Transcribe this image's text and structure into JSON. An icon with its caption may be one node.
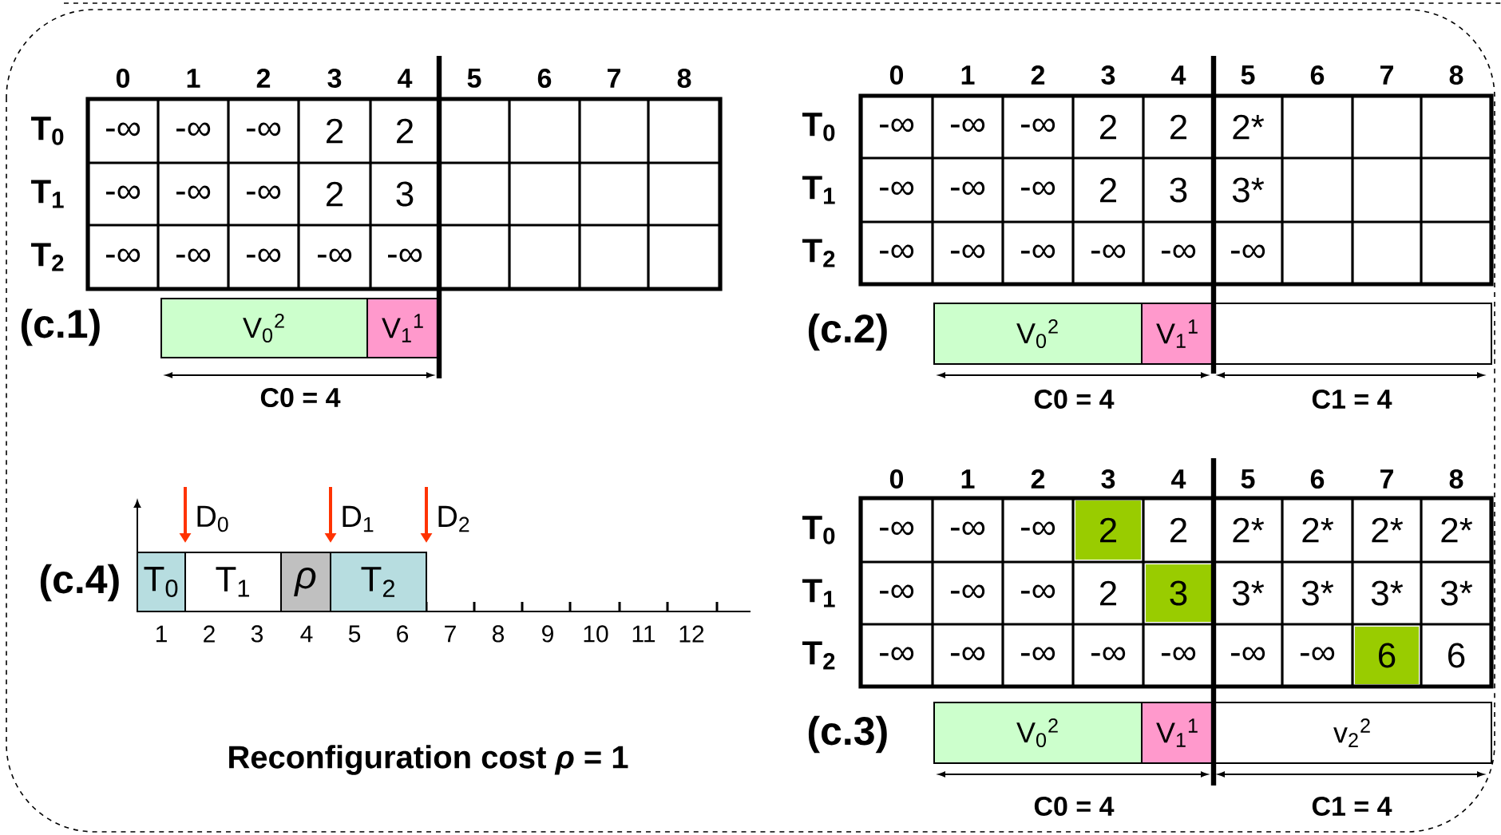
{
  "diagram": {
    "caption": "Reconfiguration cost *ρ* = 1",
    "nodes": [
      {
        "text": [
          "V$_{0}$$^{2}$"
        ]
      },
      {
        "text": [
          "V$_{1}$$^{1}$"
        ]
      },
      {
        "text": [
          "V$_{0}$$^{2}$"
        ]
      },
      {
        "text": [
          "V$_{1}$$^{1}$"
        ]
      },
      {
        "text": [],
        "shape": "box"
      },
      {
        "text": [
          "T$_{0}$"
        ]
      },
      {
        "text": [
          "T$_{1}$"
        ]
      },
      {
        "text": [
          "ρ"
        ]
      },
      {
        "text": [
          "T$_{2}$"
        ]
      },
      {
        "text": [
          "V$_{0}$$^{2}$"
        ]
      },
      {
        "text": [
          "V$_{1}$$^{1}$"
        ]
      },
      {
        "text": [
          "v$_{2}$$^{2}$"
        ]
      }
    ],
    "labels": [
      "0",
      "1",
      "2",
      "3",
      "4",
      "5",
      "6",
      "7",
      "8",
      "T$_{0}$",
      "-∞",
      "-∞",
      "-∞",
      "2",
      "2",
      "T$_{1}$",
      "-∞",
      "-∞",
      "-∞",
      "2",
      "3",
      "T$_{2}$",
      "-∞",
      "-∞",
      "-∞",
      "-∞",
      "-∞",
      "(c.1)",
      "C0 = 4",
      "0",
      "1",
      "2",
      "3",
      "4",
      "5",
      "6",
      "7",
      "8",
      "T$_{0}$",
      "-∞",
      "-∞",
      "-∞",
      "2",
      "2",
      "2*",
      "T$_{1}$",
      "-∞",
      "-∞",
      "-∞",
      "2",
      "3",
      "3*",
      "T$_{2}$",
      "-∞",
      "-∞",
      "-∞",
      "-∞",
      "-∞",
      "-∞",
      "(c.2)",
      "C0 = 4",
      "C1 = 4",
      "D$_{0}$",
      "D$_{1}$",
      "D$_{2}$",
      "(c.4)",
      "1",
      "2",
      "3",
      "4",
      "5",
      "6",
      "7",
      "8",
      "9",
      "10",
      "11",
      "12",
      "0",
      "1",
      "2",
      "3",
      "4",
      "5",
      "6",
      "7",
      "8",
      "T$_{0}$",
      "-∞",
      "-∞",
      "-∞",
      "2",
      "2",
      "2*",
      "2*",
      "2*",
      "2*",
      "T$_{1}$",
      "-∞",
      "-∞",
      "-∞",
      "2",
      "3",
      "3*",
      "3*",
      "3*",
      "3*",
      "T$_{2}$",
      "-∞",
      "-∞",
      "-∞",
      "-∞",
      "-∞",
      "-∞",
      "-∞",
      "6",
      "6",
      "(c.3)",
      "C0 = 4",
      "C1 = 4"
    ]
  }
}
